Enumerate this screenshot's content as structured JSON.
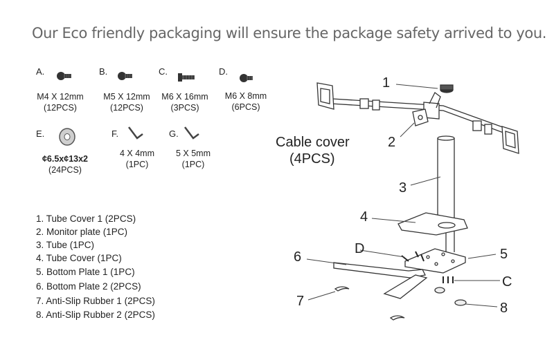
{
  "header": "Our Eco friendly packaging will ensure the package safety arrived to you.",
  "parts": [
    {
      "letter": "A.",
      "spec": "M4 X 12mm",
      "qty": "(12PCS)",
      "icon": "screw-icon"
    },
    {
      "letter": "B.",
      "spec": "M5 X 12mm",
      "qty": "(12PCS)",
      "icon": "screw-icon"
    },
    {
      "letter": "C.",
      "spec": "M6 X 16mm",
      "qty": "(3PCS)",
      "icon": "long-screw-icon"
    },
    {
      "letter": "D.",
      "spec": "M6 X 8mm",
      "qty": "(6PCS)",
      "icon": "screw-icon"
    },
    {
      "letter": "E.",
      "spec": "¢6.5x¢13x2",
      "qty": "(24PCS)",
      "icon": "washer-icon"
    },
    {
      "letter": "F.",
      "spec": "4 X 4mm",
      "qty": "(1PC)",
      "icon": "hex-key-icon"
    },
    {
      "letter": "G.",
      "spec": "5 X 5mm",
      "qty": "(1PC)",
      "icon": "hex-key-icon"
    }
  ],
  "components": [
    "1. Tube Cover 1 (2PCS)",
    "2. Monitor plate (1PC)",
    "3. Tube (1PC)",
    "4. Tube Cover  (1PC)",
    "5. Bottom Plate 1 (1PC)",
    "6. Bottom Plate 2 (2PCS)",
    "7. Anti-Slip Rubber 1 (2PCS)",
    "8. Anti-Slip Rubber 2 (2PCS)"
  ],
  "callouts": {
    "c1": "1",
    "c2": "2",
    "c3": "3",
    "c4": "4",
    "c5": "5",
    "c6": "6",
    "c7": "7",
    "c8": "8",
    "cD": "D",
    "cC": "C",
    "cable_cover": "Cable cover",
    "cable_cover_qty": "(4PCS)"
  }
}
